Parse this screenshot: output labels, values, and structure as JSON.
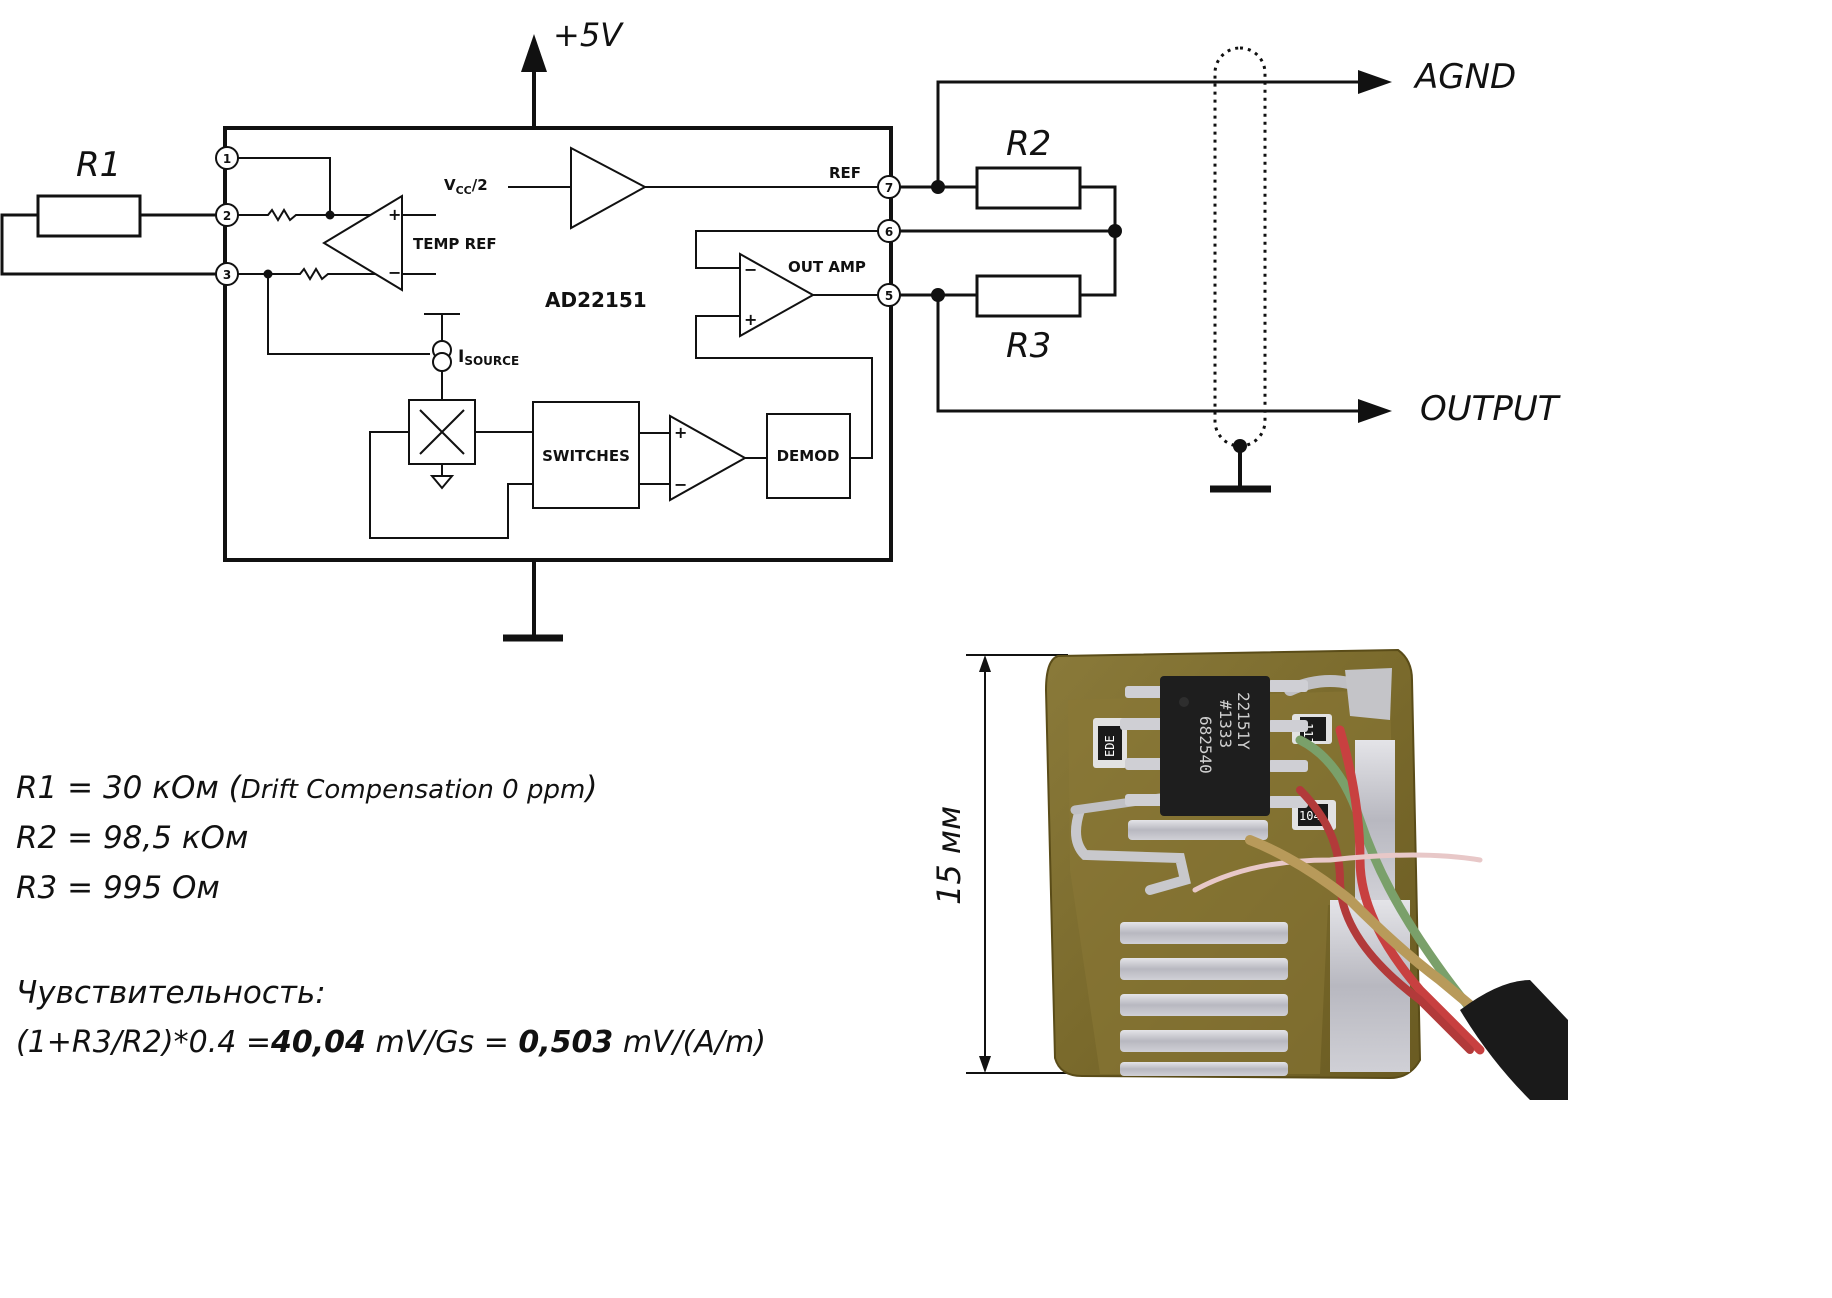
{
  "schematic": {
    "supply_label": "+5V",
    "chip_name": "AD22151",
    "pins": [
      "1",
      "2",
      "3",
      "7",
      "6",
      "5"
    ],
    "internal_labels": {
      "vcc_half_main": "V",
      "vcc_half_sub": "CC",
      "vcc_half_tail": "/2",
      "temp_ref": "TEMP REF",
      "ref": "REF",
      "out_amp": "OUT AMP",
      "isource_main": "I",
      "isource_sub": "SOURCE",
      "switches": "SWITCHES",
      "demod": "DEMOD"
    },
    "external_labels": {
      "r1": "R1",
      "r2": "R2",
      "r3": "R3",
      "agnd": "AGND",
      "output": "OUTPUT"
    }
  },
  "photo": {
    "dimension_label": "15 мм",
    "chip_marking": [
      "22151Y",
      "#1333",
      "682540"
    ],
    "resistor_codes": [
      "EDE",
      "11Z",
      "104"
    ]
  },
  "notes": {
    "r1_value": "R1 = 30 кОм (",
    "r1_drift": "Drift Compensation 0 ppm",
    "r1_close": ")",
    "r2_value": "R2 = 98,5 кОм",
    "r3_value": "R3 = 995 Ом",
    "sensitivity_label": "Чувствительность:",
    "formula_prefix": "(1+R3/R2)*0.4 =",
    "sensitivity_gs": "40,04",
    "unit_gs": " mV/Gs = ",
    "sensitivity_am": "0,503",
    "unit_am": " mV/(A/m)"
  }
}
